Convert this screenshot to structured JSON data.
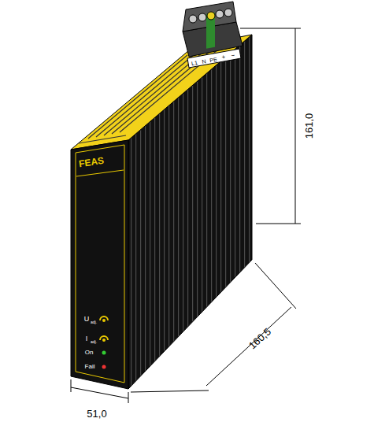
{
  "diagram": {
    "labels": [
      "161,0",
      "160,5",
      "51,0",
      "L1",
      "N",
      "PE",
      "+",
      "−",
      "FEAS",
      "U",
      "adj.",
      "I",
      "adj.",
      "On",
      "Fail"
    ]
  }
}
